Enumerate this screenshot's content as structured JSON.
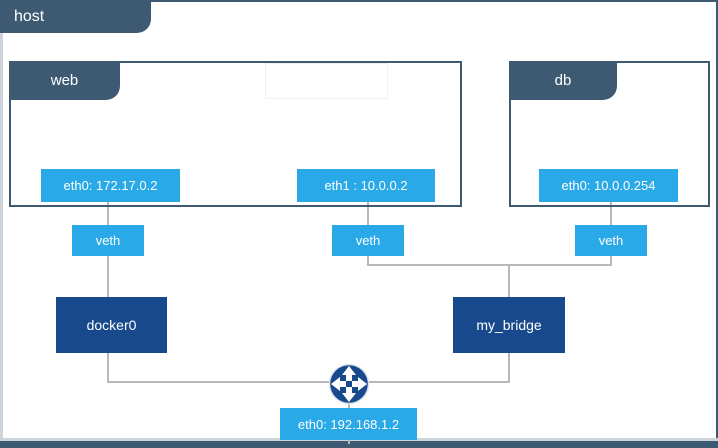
{
  "colors": {
    "frame_slate": "#3e5a73",
    "chip_blue": "#29a9e8",
    "bridge_navy": "#17498c",
    "connector_gray": "#b8b8b8"
  },
  "host": {
    "label": "host"
  },
  "containers": [
    {
      "label": "web",
      "interfaces": [
        {
          "label": "eth0: 172.17.0.2"
        },
        {
          "label": "eth1 : 10.0.0.2"
        }
      ]
    },
    {
      "label": "db",
      "interfaces": [
        {
          "label": "eth0: 10.0.0.254"
        }
      ]
    }
  ],
  "veths": [
    {
      "label": "veth"
    },
    {
      "label": "veth"
    },
    {
      "label": "veth"
    }
  ],
  "bridges": [
    {
      "label": "docker0"
    },
    {
      "label": "my_bridge"
    }
  ],
  "host_interface": {
    "label": "eth0: 192.168.1.2"
  },
  "icons": {
    "router": "router-crossed-arrows"
  }
}
